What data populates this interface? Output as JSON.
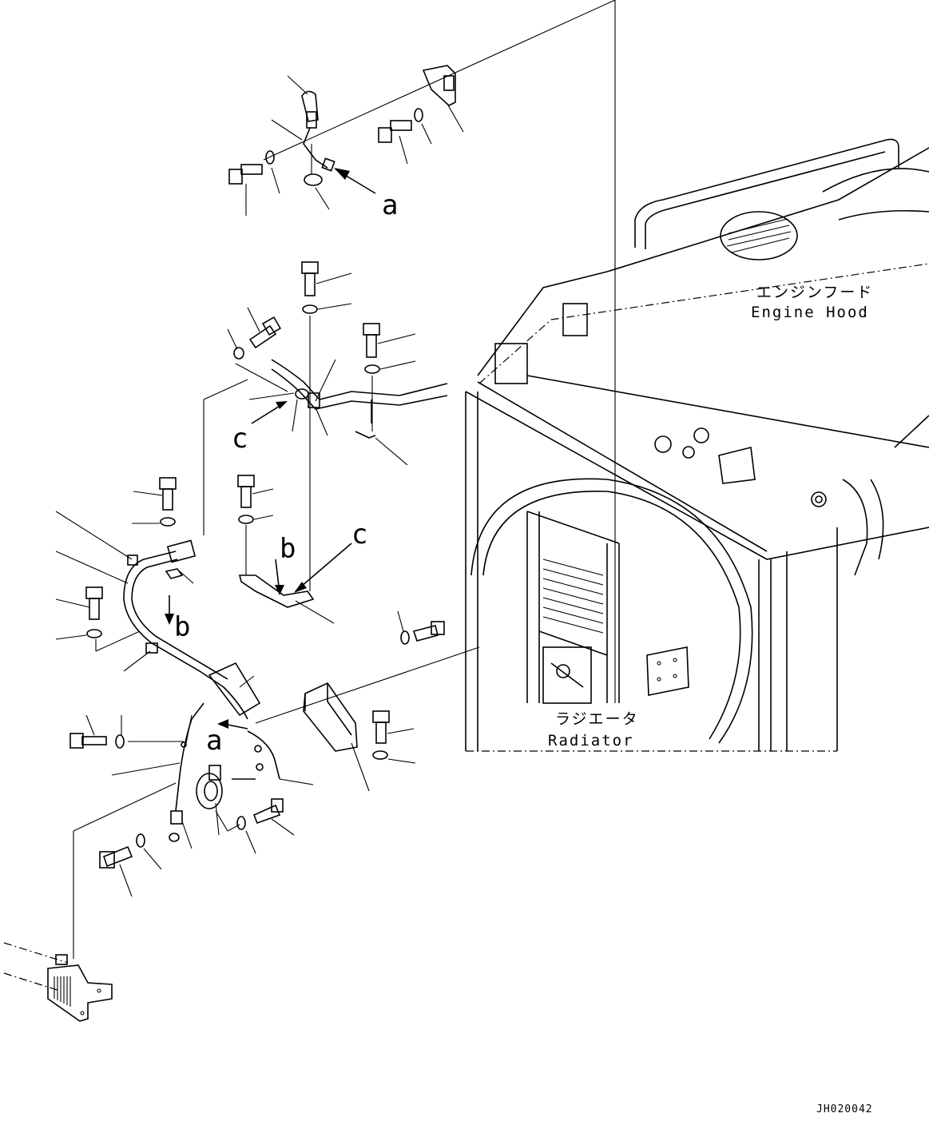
{
  "labels": {
    "a_top": "a",
    "a_mid": "a",
    "b_left": "b",
    "b_center": "b",
    "c_left": "c",
    "c_right": "c"
  },
  "engine_hood": {
    "jp": "エンジンフード",
    "en": "Engine Hood"
  },
  "radiator": {
    "jp": "ラジエータ",
    "en": "Radiator"
  },
  "drawing_code": "JH020042"
}
